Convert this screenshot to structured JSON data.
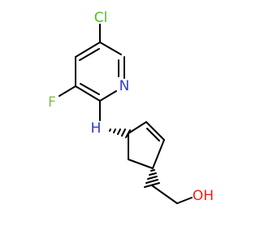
{
  "molecule": {
    "atoms": {
      "cl": "Cl",
      "f": "F",
      "n_ring": "N",
      "n_amine": "H",
      "oh": "OH"
    },
    "colors": {
      "cl": "#4fbf25",
      "f": "#80c040",
      "n": "#2c3bd1",
      "o": "#e3261a",
      "bond": "#000000"
    }
  }
}
